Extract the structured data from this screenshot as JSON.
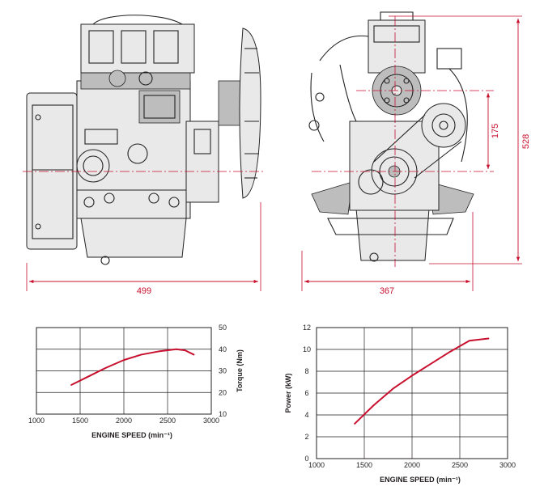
{
  "dimensions": {
    "side_width": "499",
    "front_width": "367",
    "front_height": "528",
    "shaft_height": "175"
  },
  "colors": {
    "dimension": "#c8102e",
    "curve": "#c8102e",
    "grid": "#231f20"
  },
  "chart_data": [
    {
      "type": "line",
      "xlabel": "ENGINE SPEED (min⁻¹)",
      "ylabel": "Torque (Nm)",
      "xlim": [
        1000,
        3000
      ],
      "ylim": [
        10,
        50
      ],
      "x_ticks": [
        "1000",
        "1500",
        "2000",
        "2500",
        "3000"
      ],
      "y_ticks": [
        "10",
        "20",
        "30",
        "40",
        "50"
      ],
      "y_axis_side": "right",
      "grid": true,
      "series": [
        {
          "x": [
            1400,
            1600,
            1800,
            2000,
            2200,
            2400,
            2600,
            2700,
            2800
          ],
          "y": [
            23.5,
            27.5,
            31.5,
            35,
            37.5,
            39,
            40,
            39.5,
            37.5
          ]
        }
      ]
    },
    {
      "type": "line",
      "xlabel": "ENGINE SPEED (min⁻¹)",
      "ylabel": "Power (kW)",
      "xlim": [
        1000,
        3000
      ],
      "ylim": [
        0,
        12
      ],
      "x_ticks": [
        "1000",
        "1500",
        "2000",
        "2500",
        "3000"
      ],
      "y_ticks": [
        "0",
        "2",
        "4",
        "6",
        "8",
        "10",
        "12"
      ],
      "y_axis_side": "left",
      "grid": true,
      "series": [
        {
          "x": [
            1400,
            1600,
            1800,
            2000,
            2200,
            2400,
            2600,
            2800
          ],
          "y": [
            3.2,
            4.9,
            6.4,
            7.6,
            8.7,
            9.8,
            10.8,
            11.0
          ]
        }
      ]
    }
  ]
}
